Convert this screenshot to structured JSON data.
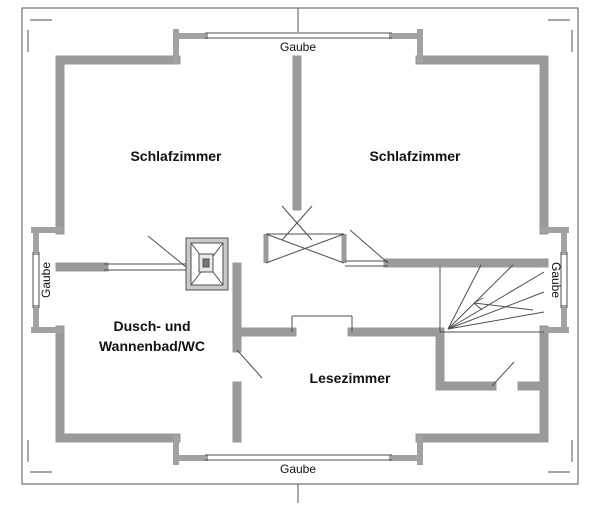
{
  "labels": {
    "gaube_top": "Gaube",
    "gaube_bottom": "Gaube",
    "gaube_left": "Gaube",
    "gaube_right": "Gaube",
    "schlafzimmer_left": "Schlafzimmer",
    "schlafzimmer_right": "Schlafzimmer",
    "bad_line1": "Dusch- und",
    "bad_line2": "Wannenbad/WC",
    "lesezimmer": "Lesezimmer"
  },
  "colors": {
    "wall": "#9a9a9a",
    "dormer_wall": "#a2a2a2",
    "line": "#4f4f4f",
    "frame": "#707070",
    "text": "#111111",
    "chimney_fill": "#c9c9c9",
    "background": "#ffffff"
  }
}
